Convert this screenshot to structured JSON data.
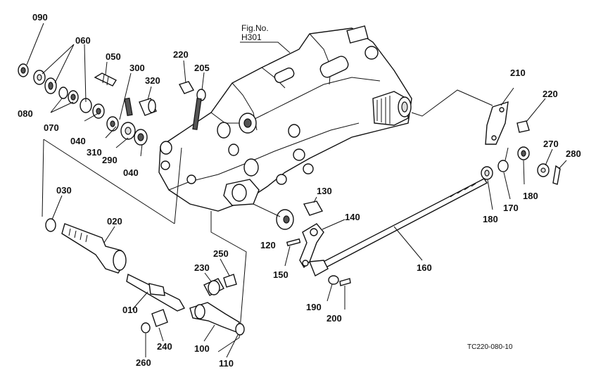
{
  "figure": {
    "ref_line1": "Fig.No.",
    "ref_line2": "H301",
    "drawing_code": "TC220-080-10"
  },
  "parts": [
    {
      "id": "090",
      "label": "090"
    },
    {
      "id": "060",
      "label": "060"
    },
    {
      "id": "080",
      "label": "080"
    },
    {
      "id": "070",
      "label": "070"
    },
    {
      "id": "050",
      "label": "050"
    },
    {
      "id": "300",
      "label": "300"
    },
    {
      "id": "320",
      "label": "320"
    },
    {
      "id": "040a",
      "label": "040"
    },
    {
      "id": "310",
      "label": "310"
    },
    {
      "id": "290",
      "label": "290"
    },
    {
      "id": "040b",
      "label": "040"
    },
    {
      "id": "220a",
      "label": "220"
    },
    {
      "id": "205",
      "label": "205"
    },
    {
      "id": "210",
      "label": "210"
    },
    {
      "id": "220b",
      "label": "220"
    },
    {
      "id": "270",
      "label": "270"
    },
    {
      "id": "280",
      "label": "280"
    },
    {
      "id": "180a",
      "label": "180"
    },
    {
      "id": "170",
      "label": "170"
    },
    {
      "id": "180b",
      "label": "180"
    },
    {
      "id": "030",
      "label": "030"
    },
    {
      "id": "020",
      "label": "020"
    },
    {
      "id": "130",
      "label": "130"
    },
    {
      "id": "140",
      "label": "140"
    },
    {
      "id": "120",
      "label": "120"
    },
    {
      "id": "150",
      "label": "150"
    },
    {
      "id": "160",
      "label": "160"
    },
    {
      "id": "250",
      "label": "250"
    },
    {
      "id": "230",
      "label": "230"
    },
    {
      "id": "010",
      "label": "010"
    },
    {
      "id": "190",
      "label": "190"
    },
    {
      "id": "200",
      "label": "200"
    },
    {
      "id": "240",
      "label": "240"
    },
    {
      "id": "100",
      "label": "100"
    },
    {
      "id": "260",
      "label": "260"
    },
    {
      "id": "110",
      "label": "110"
    }
  ]
}
